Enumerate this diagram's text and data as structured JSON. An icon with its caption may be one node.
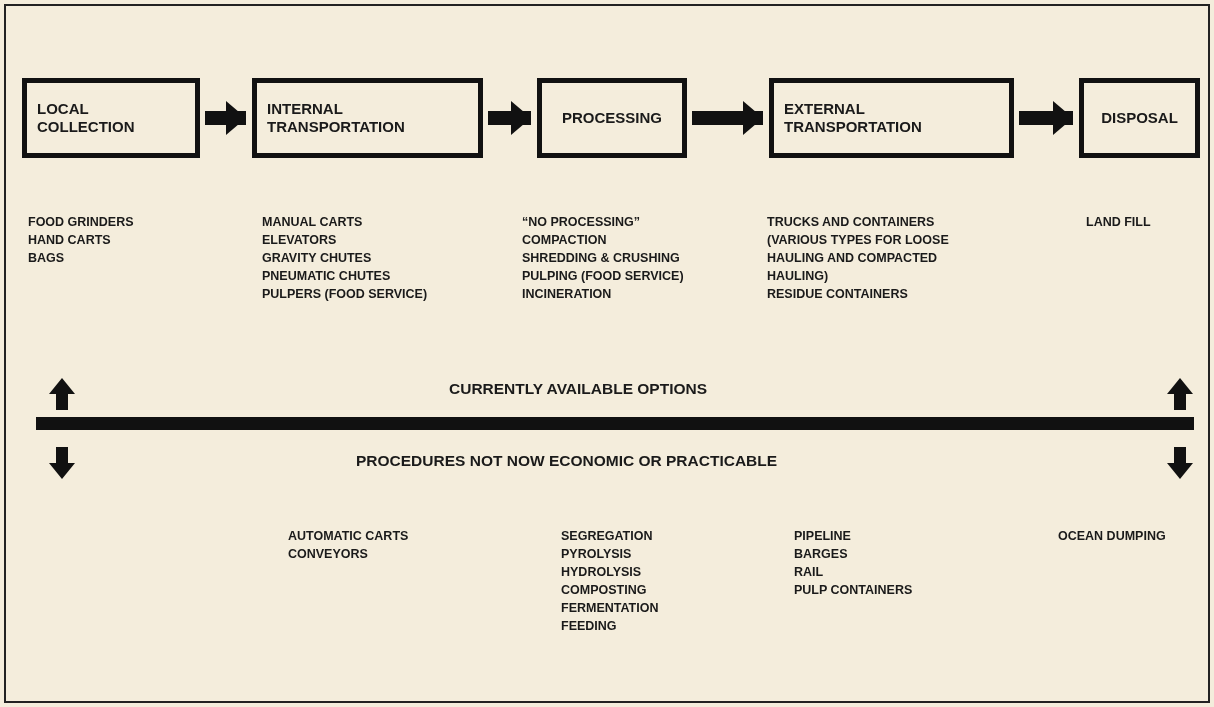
{
  "diagram": {
    "nodes": [
      {
        "text": [
          "LOCAL COLLECTION"
        ]
      },
      {
        "text": [
          "INTERNAL TRANSPORTATION"
        ]
      },
      {
        "text": [
          "PROCESSING"
        ]
      },
      {
        "text": [
          "EXTERNAL TRANSPORTATION"
        ]
      },
      {
        "text": [
          "DISPOSAL"
        ]
      }
    ],
    "edges": [
      {
        "from": 0,
        "to": 1,
        "arrow": "to"
      },
      {
        "from": 1,
        "to": 2,
        "arrow": "to"
      },
      {
        "from": 2,
        "to": 3,
        "arrow": "to"
      },
      {
        "from": 3,
        "to": 4,
        "arrow": "to"
      }
    ],
    "labels": [
      "FOOD GRINDERS",
      "HAND CARTS",
      "BAGS",
      "MANUAL CARTS",
      "ELEVATORS",
      "GRAVITY CHUTES",
      "PNEUMATIC CHUTES",
      "PULPERS (FOOD SERVICE)",
      "“NO PROCESSING”",
      "COMPACTION",
      "SHREDDING & CRUSHING",
      "PULPING (FOOD SERVICE)",
      "INCINERATION",
      "TRUCKS AND CONTAINERS",
      "(VARIOUS TYPES FOR LOOSE HAULING AND COMPACTED HAULING)",
      "RESIDUE CONTAINERS",
      "LAND FILL",
      "CURRENTLY AVAILABLE OPTIONS",
      "PROCEDURES NOT NOW ECONOMIC OR PRACTICABLE",
      "AUTOMATIC CARTS",
      "CONVEYORS",
      "SEGREGATION",
      "PYROLYSIS",
      "HYDROLYSIS",
      "COMPOSTING",
      "FERMENTATION",
      "FEEDING",
      "PIPELINE",
      "BARGES",
      "RAIL",
      "PULP CONTAINERS",
      "OCEAN DUMPING"
    ]
  }
}
